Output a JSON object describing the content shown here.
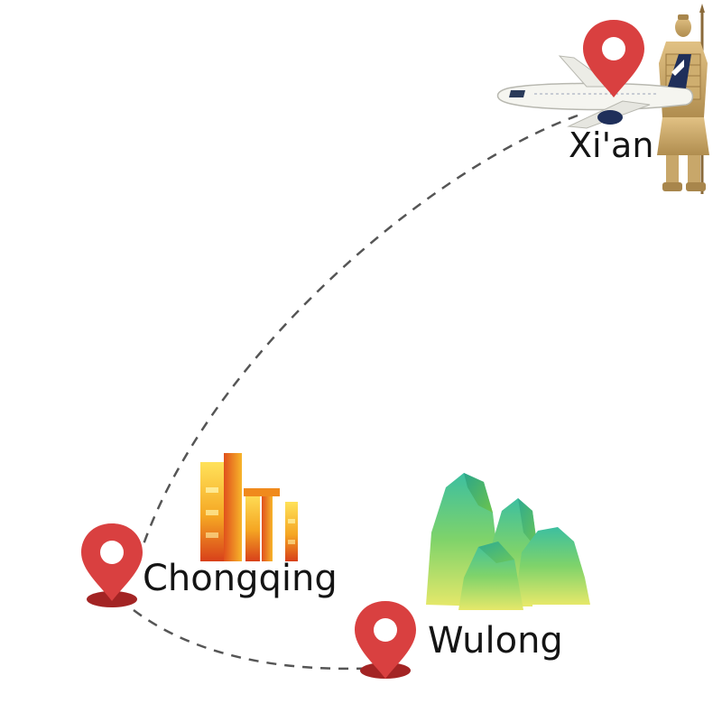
{
  "locations": [
    {
      "id": "xian",
      "name": "Xi'an",
      "icon": "terracotta-warrior-icon"
    },
    {
      "id": "chongqing",
      "name": "Chongqing",
      "icon": "skyline-buildings-icon"
    },
    {
      "id": "wulong",
      "name": "Wulong",
      "icon": "karst-mountains-icon"
    }
  ],
  "route": {
    "stops": [
      "xian",
      "chongqing",
      "wulong"
    ],
    "style": "dashed"
  },
  "transport_icon": "airplane-icon",
  "colors": {
    "pin": "#d94040",
    "pin_shadow": "#a32424",
    "route": "#555555",
    "building_light": "#ffe25a",
    "building_mid": "#f5a623",
    "building_dark": "#d8401a",
    "mountain_green": "#8fd44a",
    "mountain_teal": "#38b89a",
    "warrior": "#c8a76a"
  }
}
